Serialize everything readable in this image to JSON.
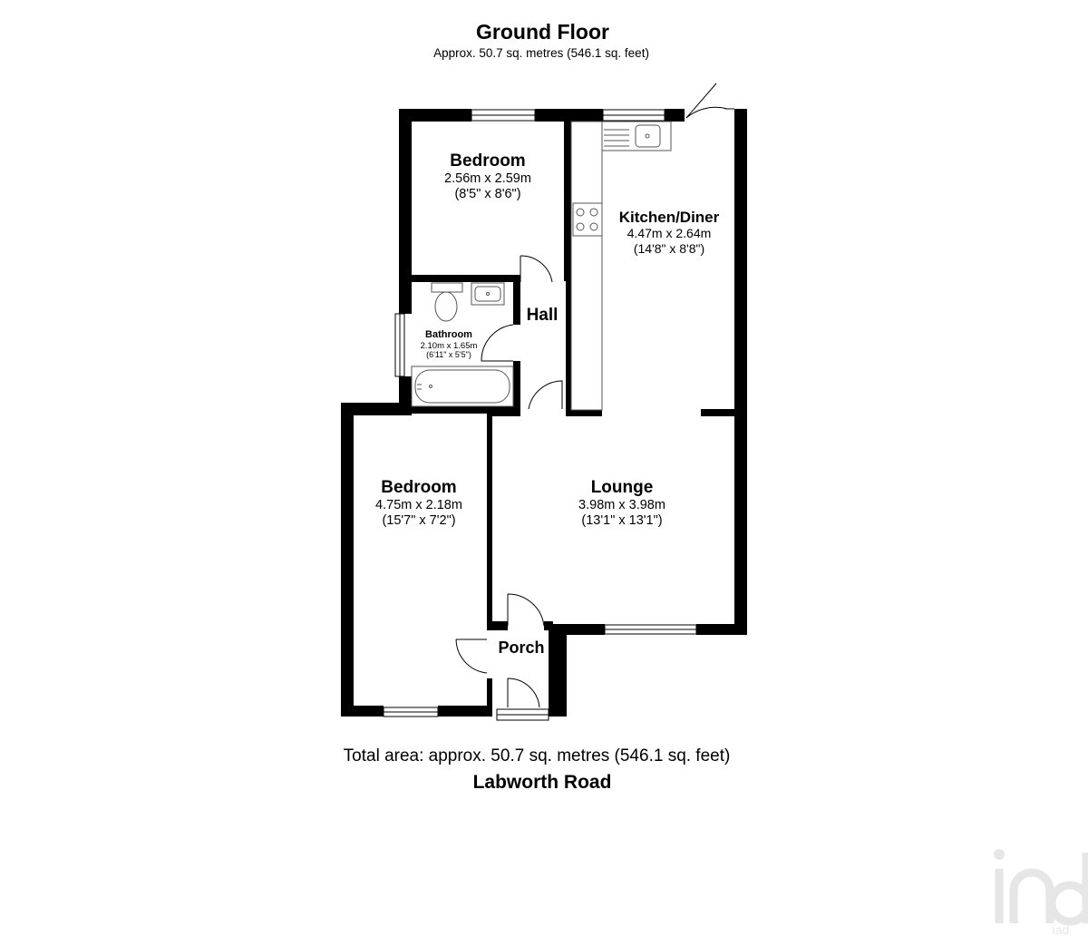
{
  "floor": {
    "title": "Ground Floor",
    "area": "Approx. 50.7 sq. metres (546.1 sq. feet)"
  },
  "rooms": {
    "bedroom_top": {
      "name": "Bedroom",
      "metric": "2.56m x 2.59m",
      "imperial": "(8'5\" x 8'6\")"
    },
    "kitchen": {
      "name": "Kitchen/Diner",
      "metric": "4.47m x 2.64m",
      "imperial": "(14'8\" x 8'8\")"
    },
    "hall": {
      "name": "Hall"
    },
    "bathroom": {
      "name": "Bathroom",
      "metric": "2.10m x 1.65m",
      "imperial": "(6'11\" x 5'5\")"
    },
    "bedroom_bottom": {
      "name": "Bedroom",
      "metric": "4.75m x 2.18m",
      "imperial": "(15'7\" x 7'2\")"
    },
    "lounge": {
      "name": "Lounge",
      "metric": "3.98m x 3.98m",
      "imperial": "(13'1\" x 13'1\")"
    },
    "porch": {
      "name": "Porch"
    }
  },
  "footer": {
    "total_area": "Total area: approx. 50.7 sq. metres (546.1 sq. feet)",
    "address": "Labworth Road"
  },
  "watermark": {
    "icon": "iad-logo-icon",
    "text": "iad"
  },
  "colors": {
    "wall": "#000000",
    "fixture": "#555555",
    "watermark": "#e6e6e6"
  }
}
